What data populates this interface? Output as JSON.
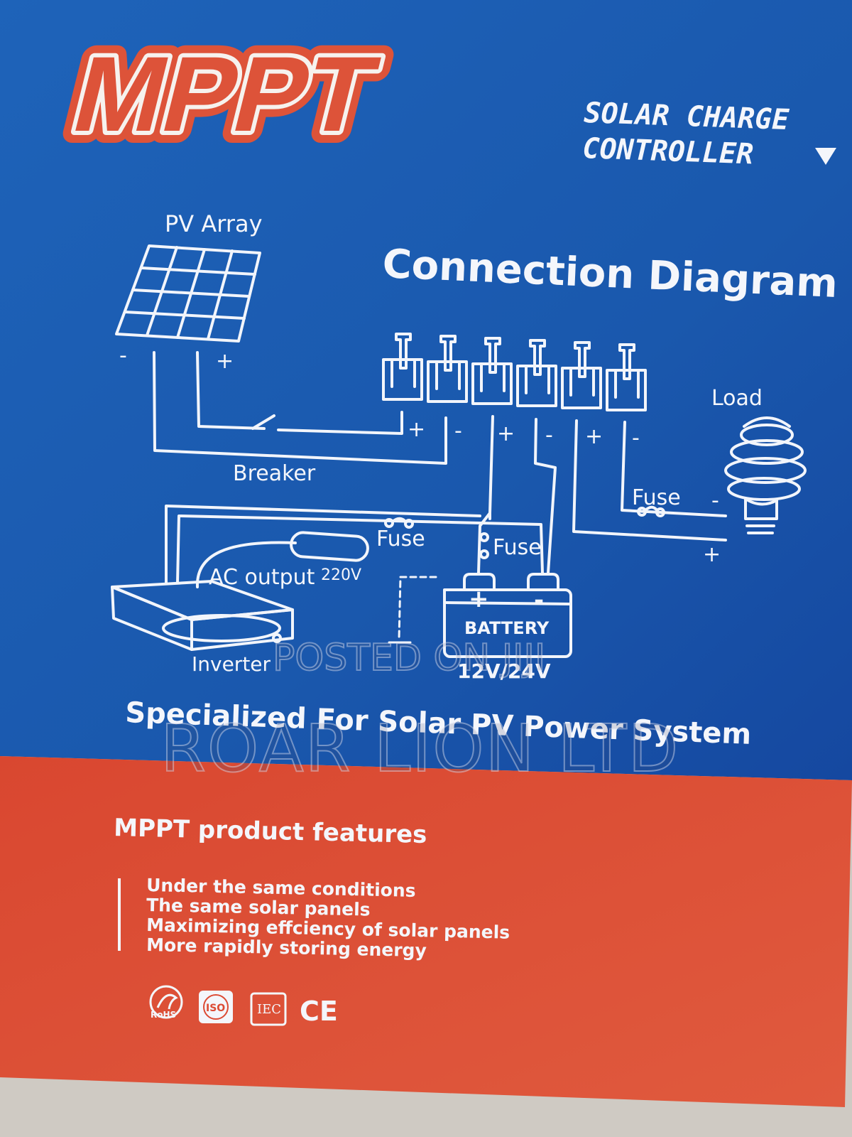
{
  "brand": {
    "logo": "MPPT",
    "subtitle_line1": "SOLAR CHARGE",
    "subtitle_line2": "CONTROLLER"
  },
  "diagram": {
    "title": "Connection Diagram",
    "pv_array": "PV Array",
    "breaker": "Breaker",
    "load": "Load",
    "fuse": "Fuse",
    "ac_output": "AC output",
    "voltage_ac": "220V",
    "battery": "BATTERY",
    "battery_voltage": "12V/24V",
    "inverter": "Inverter",
    "plus": "+",
    "minus": "-"
  },
  "tagline": "Specialized For Solar PV Power System",
  "features": {
    "heading": "MPPT product features",
    "items": [
      "Under the same conditions",
      "The same solar panels",
      "Maximizing effciency of solar panels",
      "More rapidly storing energy"
    ]
  },
  "certifications": [
    "RoHS",
    "ISO",
    "IEC",
    "CE"
  ],
  "watermarks": {
    "posted": "POSTED ON JIJI",
    "company": "ROAR LION LTD"
  },
  "colors": {
    "blue": "#1d5fb3",
    "orange_red": "#dc4b34",
    "line": "#f2f5fb"
  }
}
